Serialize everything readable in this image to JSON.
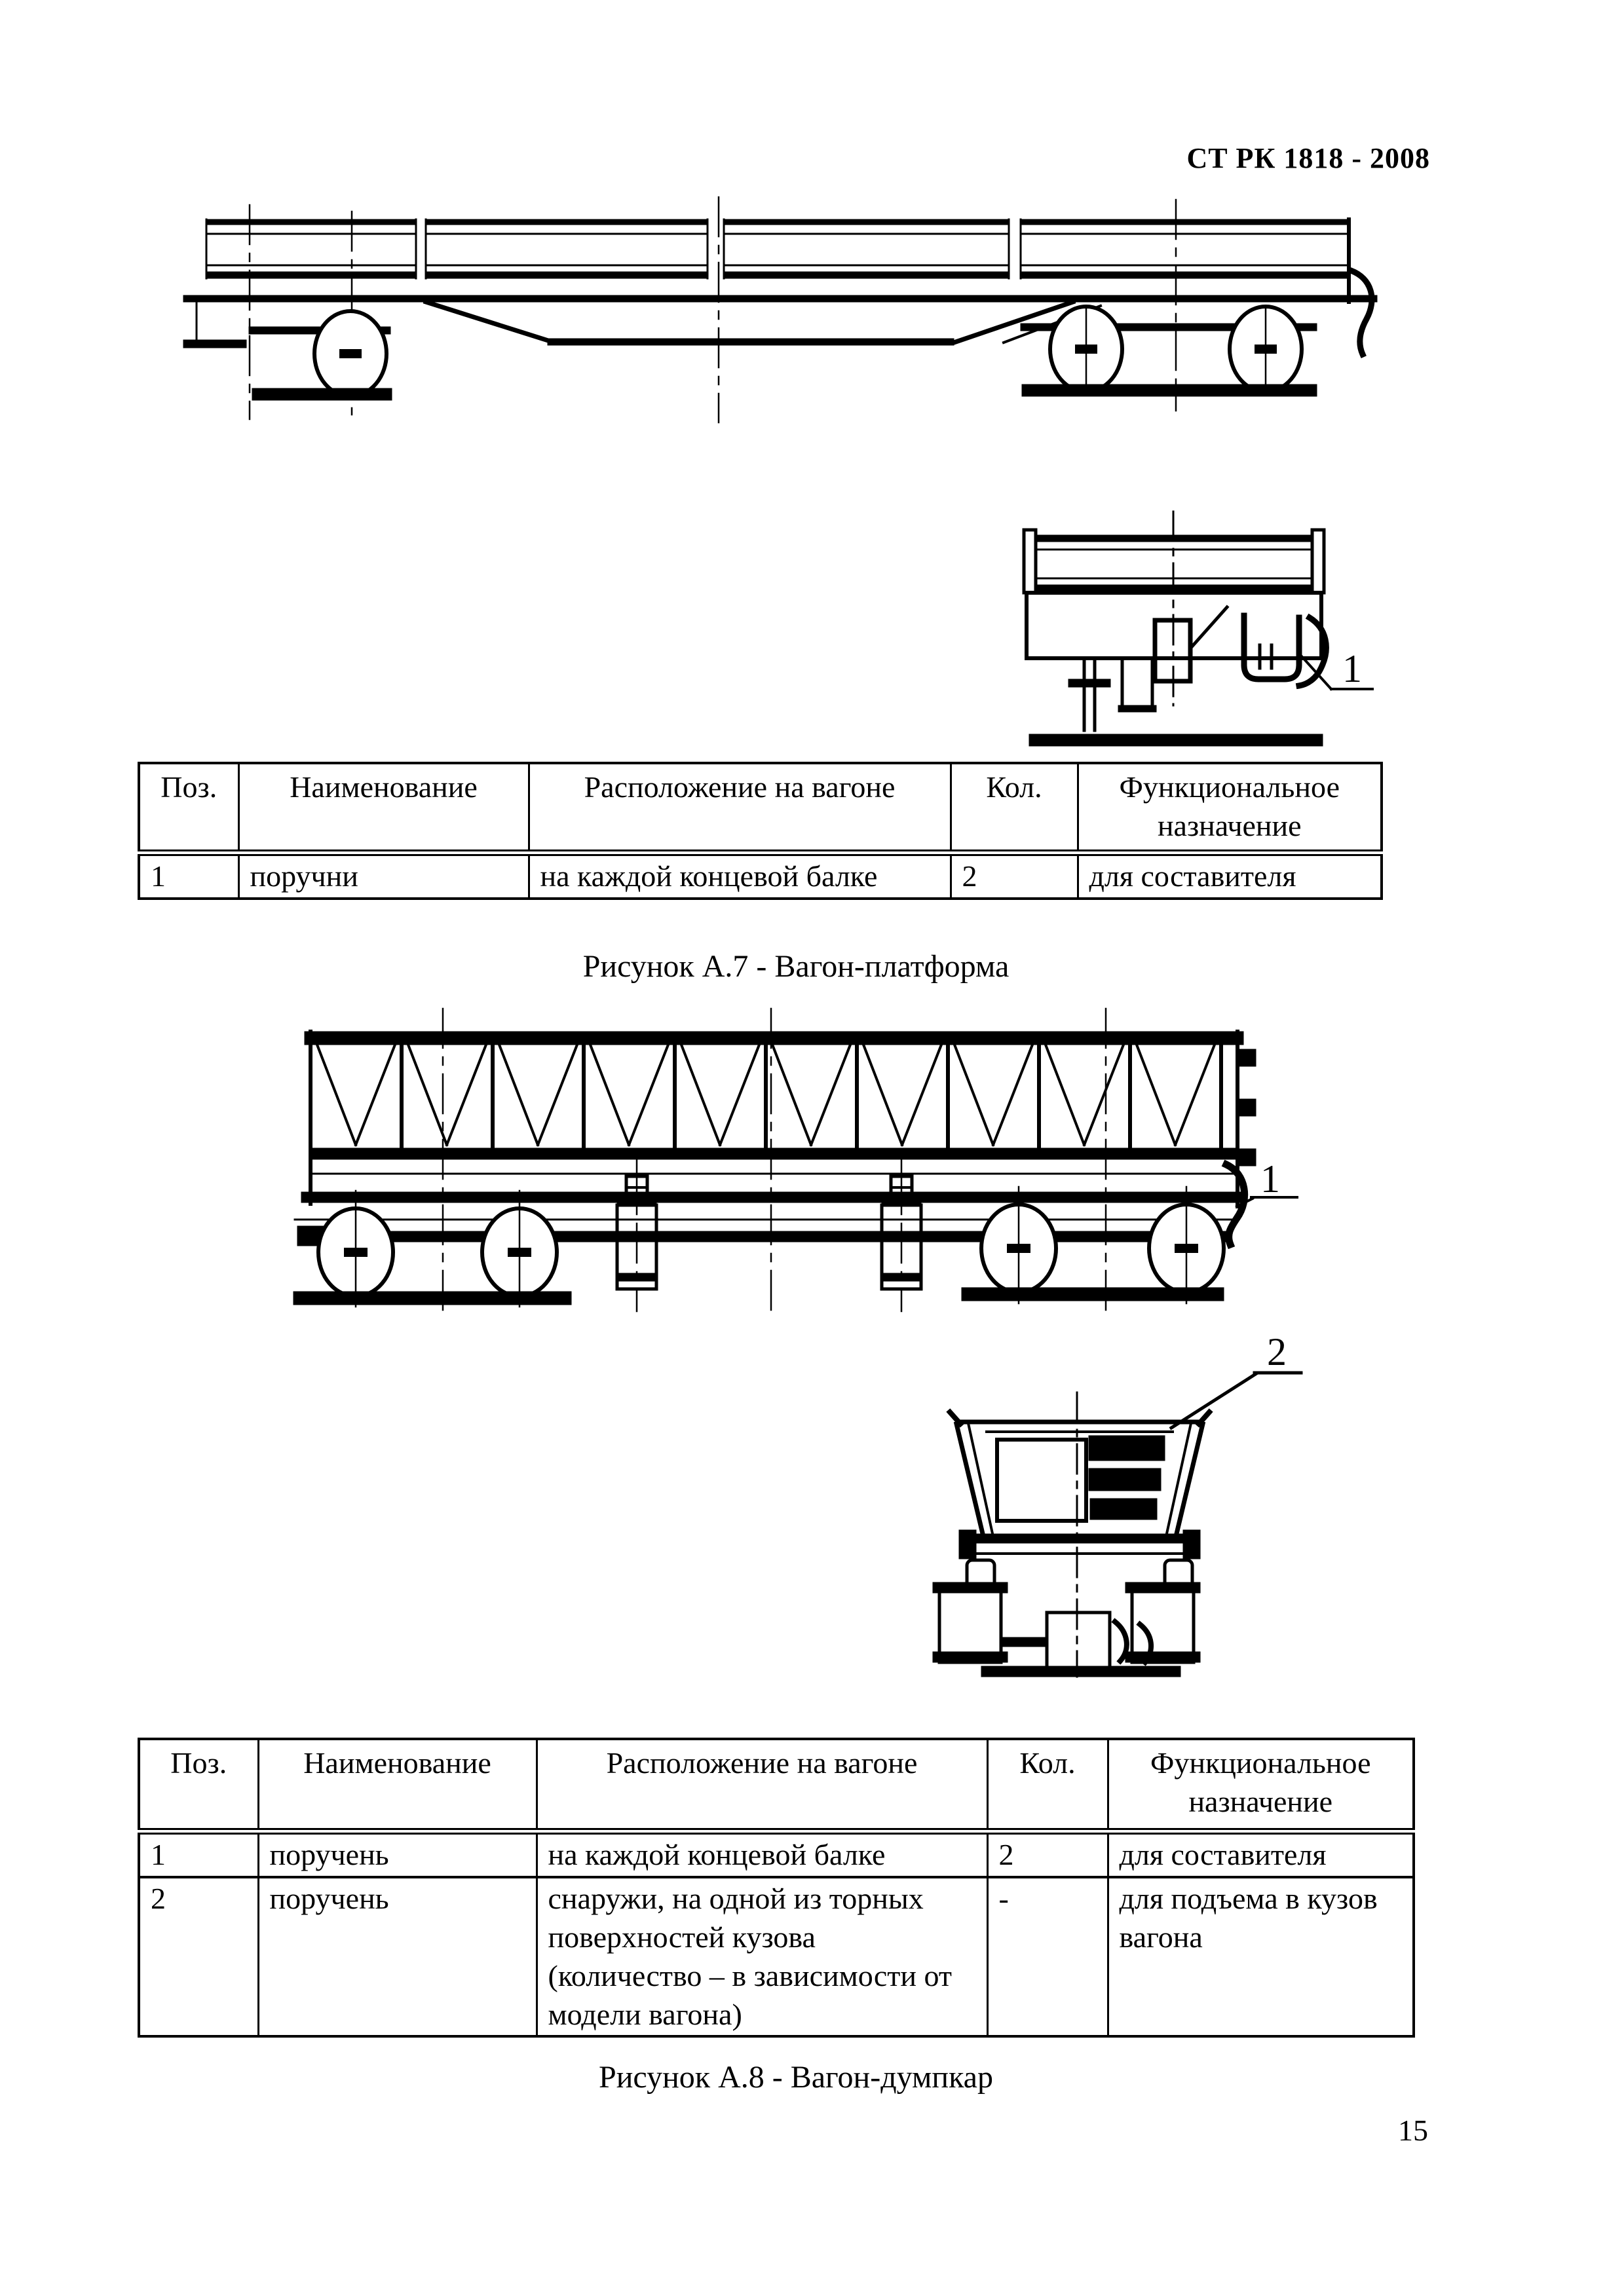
{
  "page": {
    "header": "СТ РК 1818 - 2008",
    "page_number": "15"
  },
  "figure_a7": {
    "caption": "Рисунок А.7 - Вагон-платформа",
    "end_view_callout": "1",
    "table": {
      "headers": [
        "Поз.",
        "Наименование",
        "Расположение на вагоне",
        "Кол.",
        "Функциональное назначение"
      ],
      "rows": [
        [
          "1",
          "поручни",
          "на каждой концевой балке",
          "2",
          "для составителя"
        ]
      ]
    }
  },
  "figure_a8": {
    "caption": "Рисунок А.8 - Вагон-думпкар",
    "side_view_callout": "1",
    "end_view_callout": "2",
    "table": {
      "headers": [
        "Поз.",
        "Наименование",
        "Расположение на вагоне",
        "Кол.",
        "Функциональное назначение"
      ],
      "rows": [
        [
          "1",
          "поручень",
          "на каждой концевой балке",
          "2",
          "для составителя"
        ],
        [
          "2",
          "поручень",
          "снаружи, на одной из торных поверхностей кузова (количество – в зависимости от модели вагона)",
          "-",
          "для подъема в кузов вагона"
        ]
      ]
    }
  }
}
